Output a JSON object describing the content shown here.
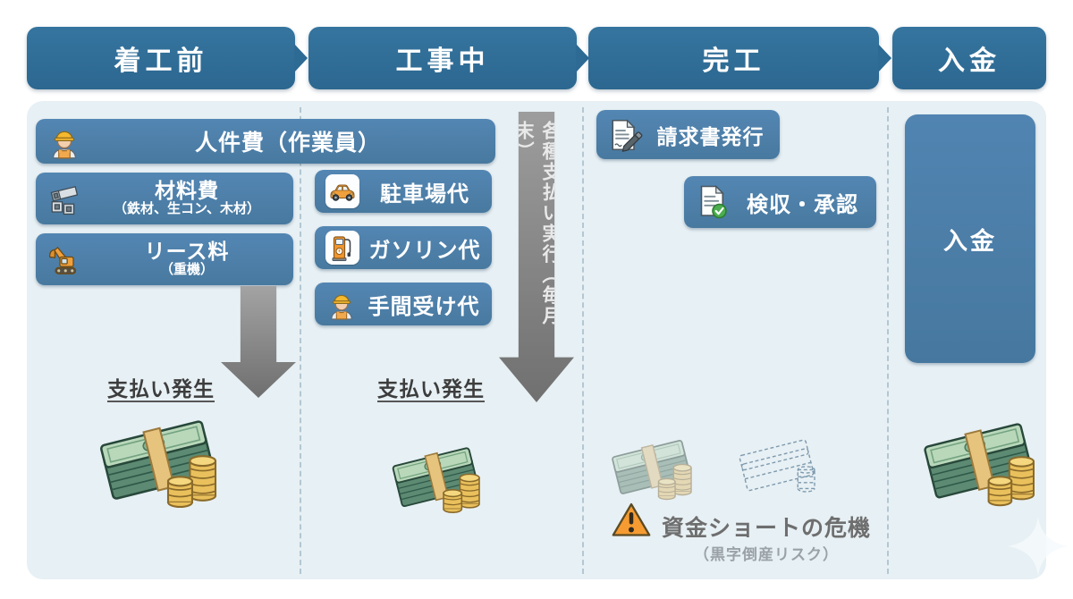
{
  "phases": [
    {
      "label": "着工前"
    },
    {
      "label": "工事中"
    },
    {
      "label": "完工"
    },
    {
      "label": "入金"
    }
  ],
  "pre_construction": {
    "items": [
      {
        "icon": "worker-icon",
        "label": "人件費（作業員）"
      },
      {
        "icon": "steel-beams-icon",
        "label": "材料費",
        "sub": "（鉄材、生コン、木材）"
      },
      {
        "icon": "excavator-icon",
        "label": "リース料",
        "sub": "（重機）"
      }
    ],
    "payment_label": "支払い発生",
    "money_icon": "money-stack-coins-icon"
  },
  "during_construction": {
    "items": [
      {
        "icon": "car-icon",
        "label": "駐車場代"
      },
      {
        "icon": "fuel-pump-icon",
        "label": "ガソリン代"
      },
      {
        "icon": "worker-icon",
        "label": "手間受け代"
      }
    ],
    "payment_label": "支払い発生",
    "money_icon": "money-stack-coins-icon"
  },
  "monthly_arrow": {
    "label": "各種支払い実行（毎月末）"
  },
  "completion": {
    "invoice": {
      "icon": "invoice-pencil-icon",
      "label": "請求書発行"
    },
    "approval": {
      "icon": "document-check-icon",
      "label": "検収・承認"
    },
    "risk": {
      "faded_money_icon": "money-stack-faded-icon",
      "empty_money_icon": "money-stack-dashed-outline-icon",
      "warning_icon": "warning-triangle-icon",
      "title": "資金ショートの危機",
      "subtitle": "（黒字倒産リスク）"
    }
  },
  "deposit": {
    "box_label": "入金",
    "money_icon": "money-stack-coins-icon"
  },
  "decor": {
    "sparkle_icon": "sparkle-icon"
  },
  "colors": {
    "phase_header": "#2d6a94",
    "item_box": "#4d80ae",
    "panel_background": "#e7f0f4",
    "arrow_gray": "#8a8a8a",
    "warning_orange": "#f59b32",
    "risk_text_gray": "#6e6e6e",
    "money_green": "#5d8a72",
    "coin_gold": "#e9c05c"
  }
}
